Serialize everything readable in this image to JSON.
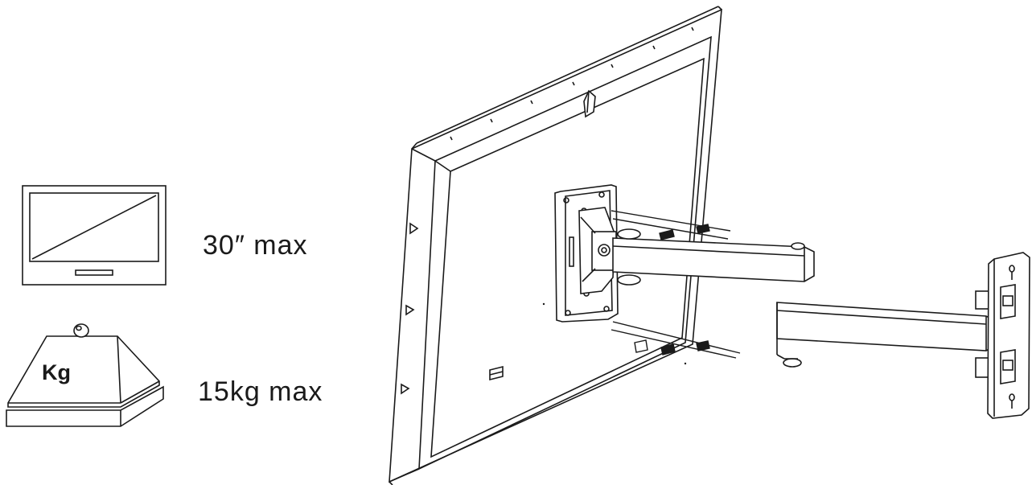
{
  "specs": {
    "size_max": "30″ max",
    "weight_max": "15kg max",
    "weight_icon_text": "Kg"
  },
  "icons": {
    "size": "monitor-icon",
    "weight": "weight-kg-icon"
  },
  "colors": {
    "line": "#1a1a1a",
    "background": "#ffffff"
  }
}
